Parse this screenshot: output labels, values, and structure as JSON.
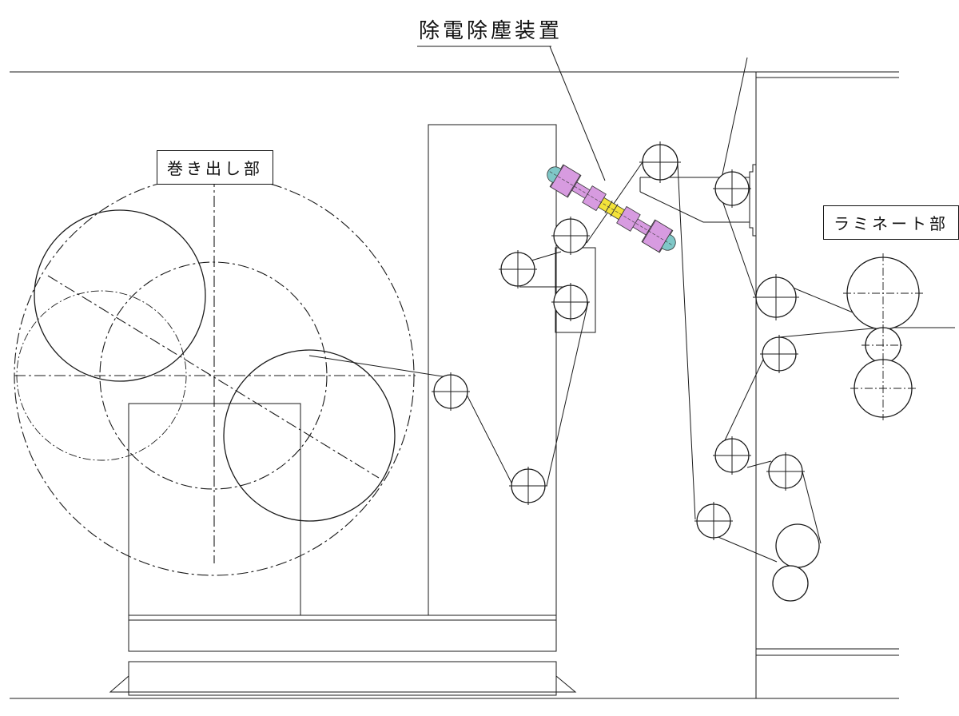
{
  "labels": {
    "device": "除電除塵装置",
    "unwind": "巻き出し部",
    "laminate": "ラミネート部"
  },
  "colors": {
    "device_body": "#d79be0",
    "device_accent": "#f3e23a",
    "device_end": "#7fc7c7",
    "line": "#1a1a1a"
  }
}
